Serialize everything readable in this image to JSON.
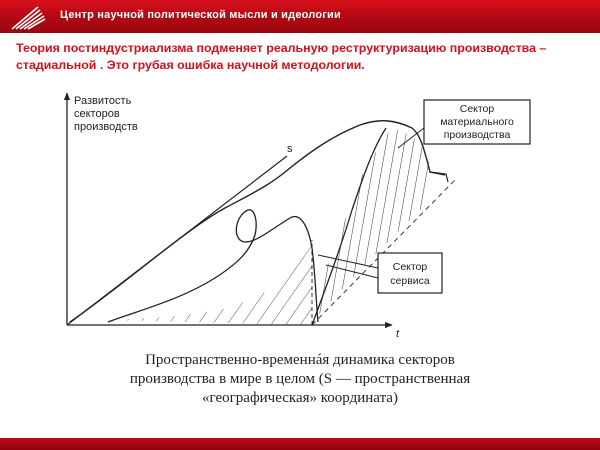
{
  "header": {
    "title": "Центр научной политической мысли и идеологии"
  },
  "slide": {
    "thesis_line1": "Теория постиндустриализма подменяет реальную реструктуризацию производства –",
    "thesis_line2": "стадиальной . Это грубая ошибка научной методологии."
  },
  "diagram": {
    "y_axis_label_line1": "Развитость",
    "y_axis_label_line2": "секторов",
    "y_axis_label_line3": "производств",
    "s_axis_label": "s",
    "t_axis_label": "t",
    "material_sector_line1": "Сектор",
    "material_sector_line2": "материального",
    "material_sector_line3": "производства",
    "service_sector_line1": "Сектор",
    "service_sector_line2": "сервиса"
  },
  "caption": {
    "line1": "Пространственно-временнáя динамика секторов",
    "line2": "производства в мире в целом (S — пространственная",
    "line3": "«географическая» координата)"
  },
  "colors": {
    "brand_red": "#c10a14",
    "thesis_red": "#d4101a",
    "ink": "#222222"
  }
}
